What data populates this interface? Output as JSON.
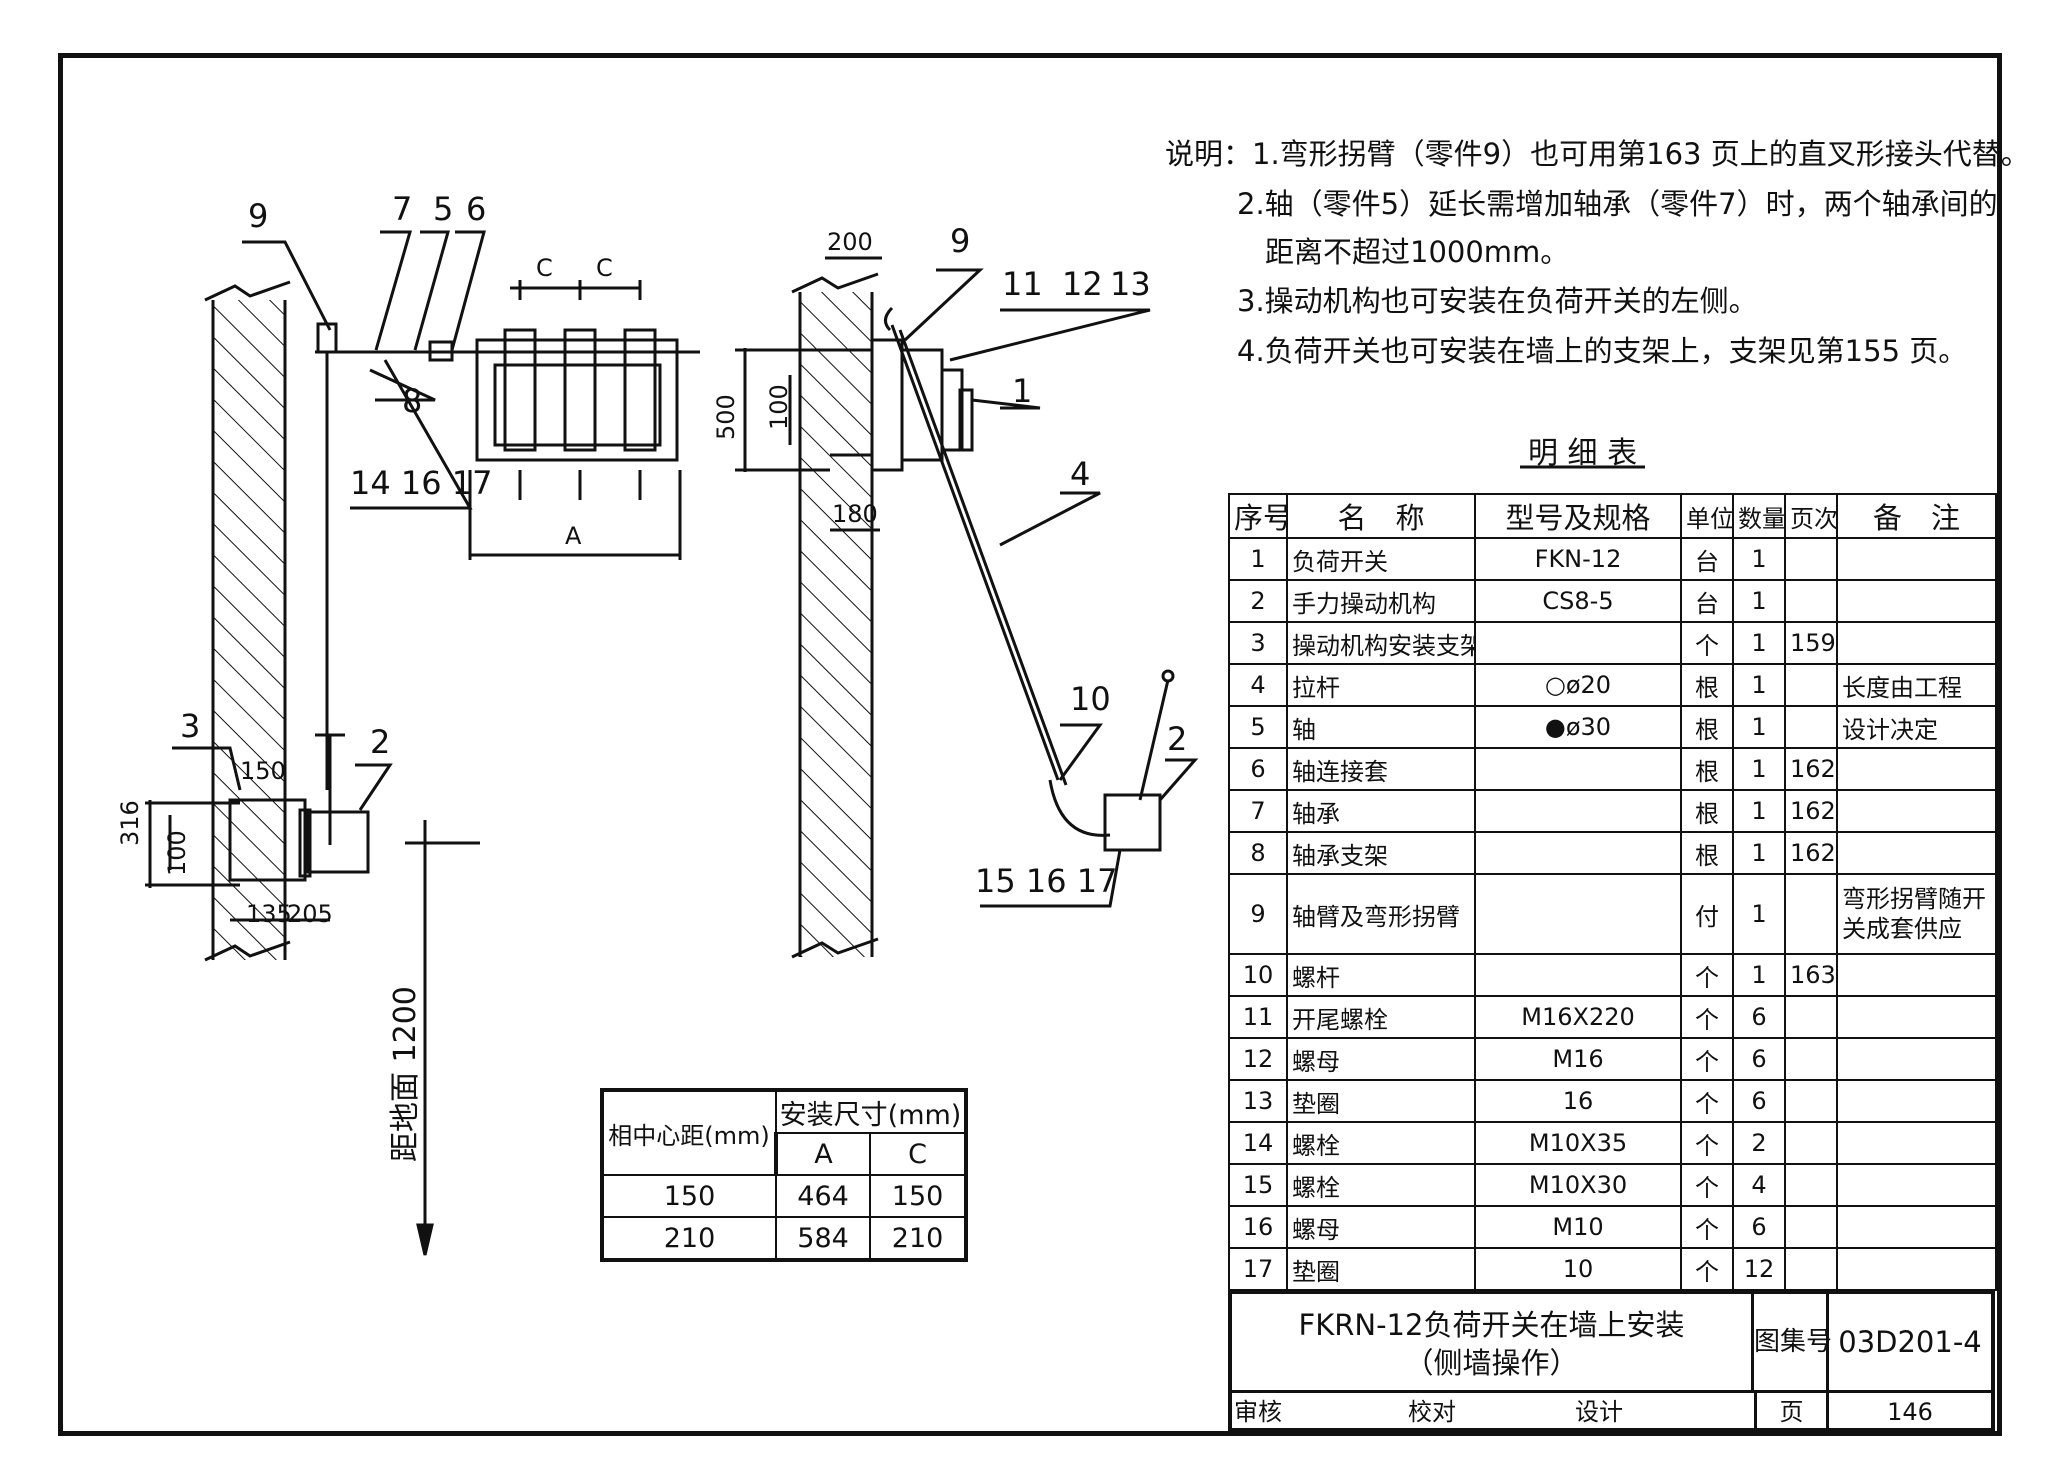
{
  "notes": [
    "说明：1.弯形拐臂（零件9）也可用第163 页上的直叉形接头代替。",
    "2.轴（零件5）延长需增加轴承（零件7）时，两个轴承间的",
    "距离不超过1000mm。",
    "3.操动机构也可安装在负荷开关的左侧。",
    "4.负荷开关也可安装在墙上的支架上，支架见第155 页。"
  ],
  "bom": {
    "title": "明 细 表",
    "headers": [
      "序号",
      "名　称",
      "型号及规格",
      "单位",
      "数量",
      "页次",
      "备　注"
    ],
    "rows": [
      [
        "1",
        "负荷开关",
        "FKN-12",
        "台",
        "1",
        "",
        ""
      ],
      [
        "2",
        "手力操动机构",
        "CS8-5",
        "台",
        "1",
        "",
        ""
      ],
      [
        "3",
        "操动机构安装支架",
        "",
        "个",
        "1",
        "159",
        ""
      ],
      [
        "4",
        "拉杆",
        "○ø20",
        "根",
        "1",
        "",
        "长度由工程"
      ],
      [
        "5",
        "轴",
        "●ø30",
        "根",
        "1",
        "",
        "设计决定"
      ],
      [
        "6",
        "轴连接套",
        "",
        "根",
        "1",
        "162",
        ""
      ],
      [
        "7",
        "轴承",
        "",
        "根",
        "1",
        "162",
        ""
      ],
      [
        "8",
        "轴承支架",
        "",
        "根",
        "1",
        "162",
        ""
      ],
      [
        "9",
        "轴臂及弯形拐臂",
        "",
        "付",
        "1",
        "",
        "弯形拐臂随开关成套供应"
      ],
      [
        "10",
        "螺杆",
        "",
        "个",
        "1",
        "163",
        ""
      ],
      [
        "11",
        "开尾螺栓",
        "M16X220",
        "个",
        "6",
        "",
        ""
      ],
      [
        "12",
        "螺母",
        "M16",
        "个",
        "6",
        "",
        ""
      ],
      [
        "13",
        "垫圈",
        "16",
        "个",
        "6",
        "",
        ""
      ],
      [
        "14",
        "螺栓",
        "M10X35",
        "个",
        "2",
        "",
        ""
      ],
      [
        "15",
        "螺栓",
        "M10X30",
        "个",
        "4",
        "",
        ""
      ],
      [
        "16",
        "螺母",
        "M10",
        "个",
        "6",
        "",
        ""
      ],
      [
        "17",
        "垫圈",
        "10",
        "个",
        "12",
        "",
        ""
      ]
    ]
  },
  "dim_table": {
    "header_left": "相中心距(mm)",
    "header_group": "安装尺寸(mm)",
    "sub_a": "A",
    "sub_c": "C",
    "rows": [
      [
        "150",
        "464",
        "150"
      ],
      [
        "210",
        "584",
        "210"
      ]
    ]
  },
  "title_block": {
    "title_line1": "FKRN-12负荷开关在墙上安装",
    "title_line2": "（侧墙操作）",
    "atlas_label": "图集号",
    "atlas_no": "03D201-4",
    "review_label": "审核",
    "check_label": "校对",
    "design_label": "设计",
    "page_label": "页",
    "page_no": "146"
  },
  "drawing_labels": {
    "left": {
      "n9": "9",
      "n7": "7",
      "n5": "5",
      "n6": "6",
      "n8": "8",
      "n141617": "14 16 17",
      "n3": "3",
      "n2": "2",
      "dC1": "C",
      "dC2": "C",
      "dA": "A",
      "d150": "150",
      "d316": "316",
      "d100": "100",
      "d135": "135",
      "d205": "205",
      "floor": "距地面 1200"
    },
    "right": {
      "n9": "9",
      "n11": "11",
      "n12": "12",
      "n13": "13",
      "n1": "1",
      "n4": "4",
      "n10": "10",
      "n2": "2",
      "n151617": "15 16 17",
      "d200": "200",
      "d500": "500",
      "d100": "100",
      "d180": "180"
    }
  }
}
